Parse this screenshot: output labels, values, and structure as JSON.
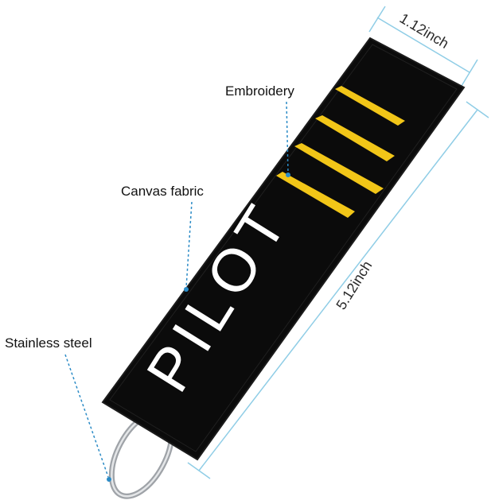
{
  "product": {
    "name": "Key tag",
    "text": "PILOT",
    "stripe_count": 4,
    "colors": {
      "fabric": "#0b0b0b",
      "stripe": "#f2c618",
      "text": "#ffffff",
      "dimension_line": "#8fcde6",
      "leader_line": "#2b8bc6",
      "ring": "#b8bcc0"
    }
  },
  "callouts": {
    "embroidery": "Embroidery",
    "canvas_fabric": "Canvas fabric",
    "stainless_steel": "Stainless steel"
  },
  "dimensions": {
    "width": "1.12inch",
    "length": "5.12inch"
  }
}
